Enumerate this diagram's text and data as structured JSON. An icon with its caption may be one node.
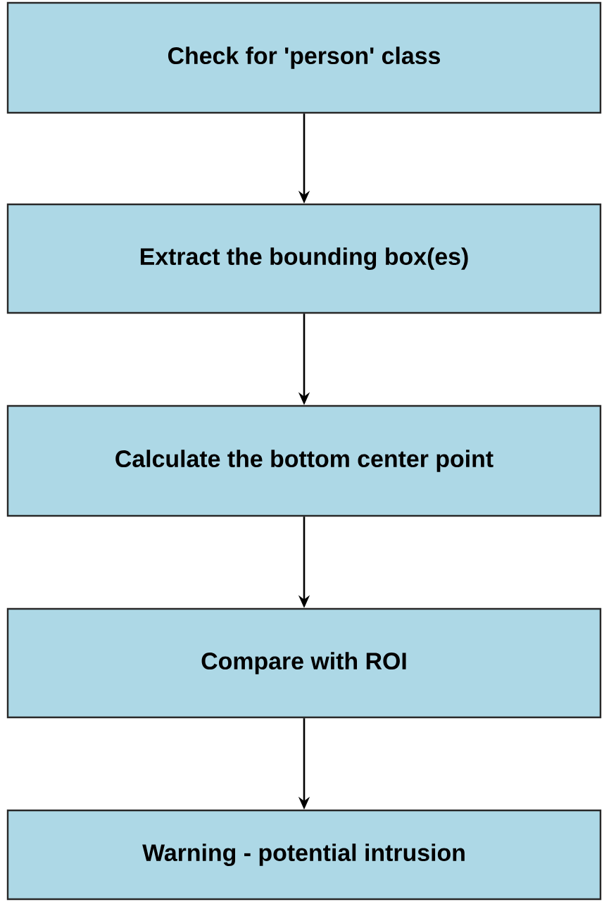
{
  "diagram": {
    "nodes": [
      {
        "text": [
          "Check for 'person' class"
        ]
      },
      {
        "text": [
          "Extract the bounding box(es)"
        ]
      },
      {
        "text": [
          "Calculate the bottom center point"
        ]
      },
      {
        "text": [
          "Compare with ROI"
        ]
      },
      {
        "text": [
          "Warning - potential intrusion"
        ]
      }
    ],
    "edges": [
      {
        "from": 0,
        "to": 1,
        "arrow": "to"
      },
      {
        "from": 1,
        "to": 2,
        "arrow": "to"
      },
      {
        "from": 2,
        "to": 3,
        "arrow": "to"
      },
      {
        "from": 3,
        "to": 4,
        "arrow": "to"
      }
    ]
  }
}
